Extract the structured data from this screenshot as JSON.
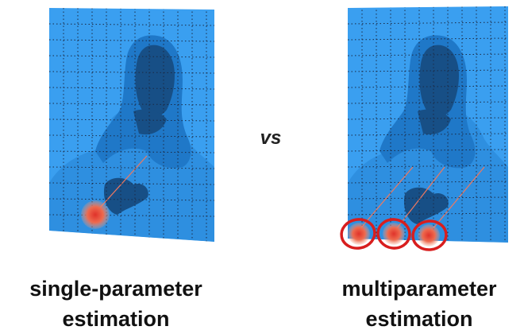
{
  "vs_label": "vs",
  "left": {
    "caption_line1": "single-parameter",
    "caption_line2": "estimation",
    "probe_count": 1
  },
  "right": {
    "caption_line1": "multiparameter",
    "caption_line2": "estimation",
    "probe_count": 3
  },
  "colors": {
    "panel_bg": "#3a9ff0",
    "panel_edge": "#2b8ee6",
    "silhouette_mid": "#1f78c8",
    "silhouette_dark": "#174f86",
    "grid_line": "#1b2a44",
    "probe_red": "#e0322a",
    "probe_glow": "#f59a7c",
    "ring_red": "#d81e1e"
  }
}
